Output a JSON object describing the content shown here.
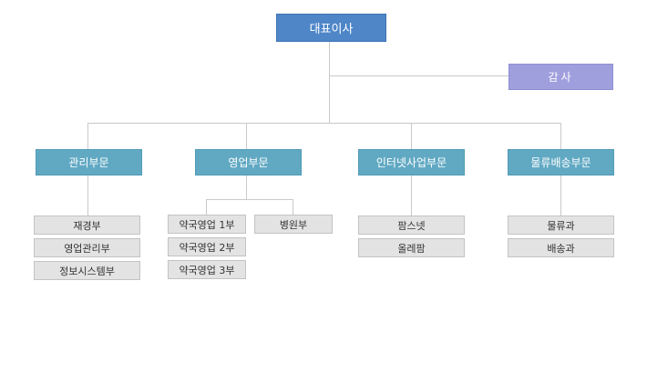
{
  "org": {
    "ceo": "대표이사",
    "audit": "감사",
    "departments": [
      {
        "name": "관리부문",
        "teams": [
          "재경부",
          "영업관리부",
          "정보시스템부"
        ]
      },
      {
        "name": "영업부문",
        "teams": [
          "약국영업 1부",
          "약국영업 2부",
          "약국영업 3부",
          "병원부"
        ]
      },
      {
        "name": "인터넷사업부문",
        "teams": [
          "팜스넷",
          "올레팜"
        ]
      },
      {
        "name": "물류배송부문",
        "teams": [
          "물류과",
          "배송과"
        ]
      }
    ]
  },
  "colors": {
    "ceo": "#4e86c8",
    "audit": "#a09fde",
    "department": "#61a9c3",
    "team": "#e3e3e3",
    "connector": "#c9c9c9"
  }
}
